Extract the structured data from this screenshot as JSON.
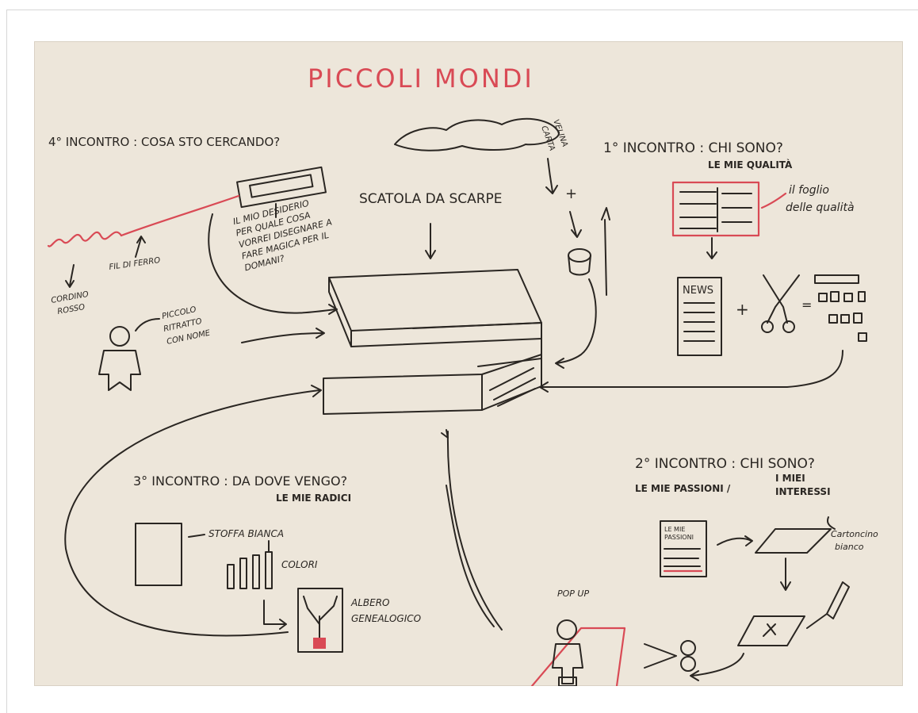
{
  "title": "PICCOLI MONDI",
  "sessions": {
    "s4": {
      "heading": "4° INCONTRO : COSA STO CERCANDO?"
    },
    "s1": {
      "heading": "1° INCONTRO : CHI SONO?",
      "sub": "LE MIE QUALITÀ"
    },
    "s2": {
      "heading": "2° INCONTRO : CHI SONO?",
      "sub_a": "LE MIE PASSIONI /",
      "sub_b": "I MIEI",
      "sub_c": "INTERESSI"
    },
    "s3": {
      "heading": "3° INCONTRO : DA DOVE VENGO?",
      "sub": "LE MIE RADICI"
    }
  },
  "labels": {
    "box": "SCATOLA DA SCARPE",
    "carta": "CARTA",
    "velina": "VELINA",
    "desiderio_1": "IL MIO DESIDERIO",
    "desiderio_2": "PER QUALE COSA",
    "desiderio_3": "VORREI DISEGNARE A",
    "desiderio_4": "FARE MAGICA PER IL",
    "desiderio_5": "DOMANI?",
    "fil_di_ferro": "FIL DI FERRO",
    "cordino_1": "CORDINO",
    "cordino_2": "ROSSO",
    "ritratto_1": "PICCOLO",
    "ritratto_2": "RITRATTO",
    "ritratto_3": "CON NOME",
    "foglio_1": "il foglio",
    "foglio_2": "delle qualità",
    "news": "NEWS",
    "stoffa": "STOFFA BIANCA",
    "colori": "COLORI",
    "albero_1": "ALBERO",
    "albero_2": "GENEALOGICO",
    "pop_up": "POP UP",
    "cartoncino_1": "Cartoncino",
    "cartoncino_2": "bianco",
    "le_mie_passioni_1": "LE MIE",
    "le_mie_passioni_2": "PASSIONI"
  },
  "colors": {
    "ink": "#2a2622",
    "red": "#d94a55",
    "paper": "#ede6da"
  }
}
